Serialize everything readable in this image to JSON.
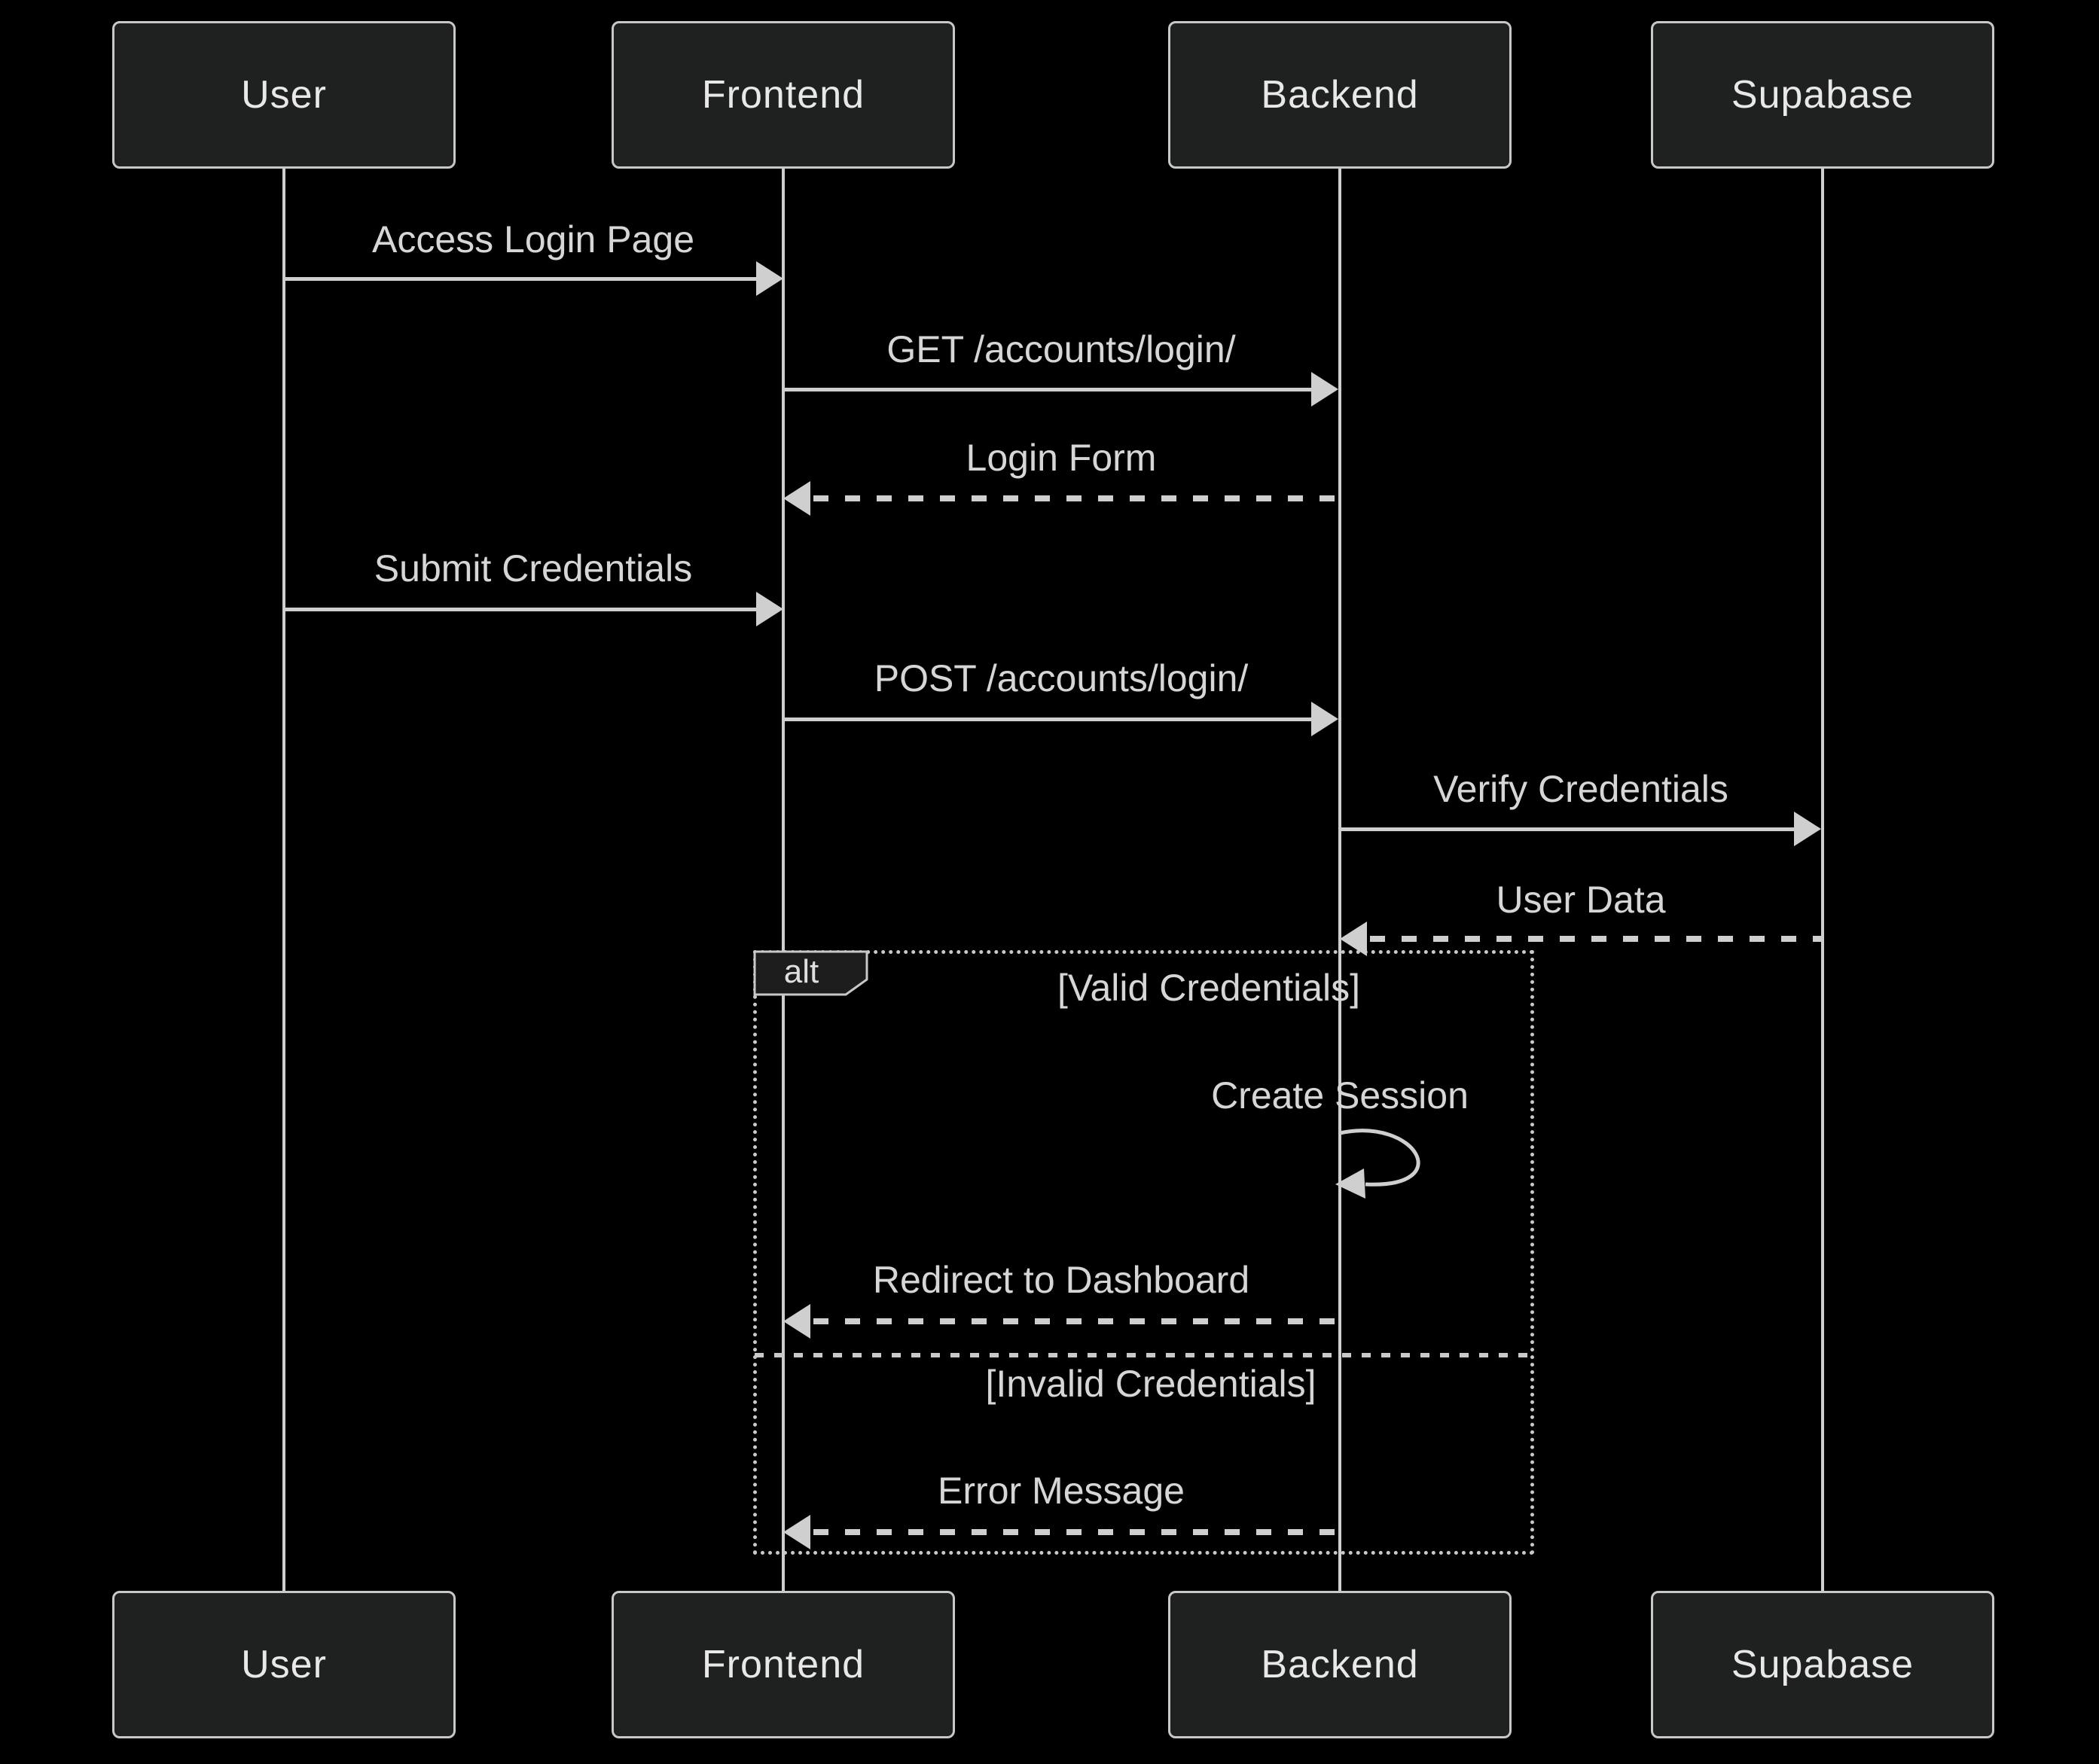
{
  "participants": [
    {
      "id": "user",
      "label": "User"
    },
    {
      "id": "frontend",
      "label": "Frontend"
    },
    {
      "id": "backend",
      "label": "Backend"
    },
    {
      "id": "supabase",
      "label": "Supabase"
    }
  ],
  "messages": [
    {
      "label": "Access Login Page",
      "from": "User",
      "to": "Frontend",
      "line": "solid"
    },
    {
      "label": "GET /accounts/login/",
      "from": "Frontend",
      "to": "Backend",
      "line": "solid"
    },
    {
      "label": "Login Form",
      "from": "Backend",
      "to": "Frontend",
      "line": "dashed"
    },
    {
      "label": "Submit Credentials",
      "from": "User",
      "to": "Frontend",
      "line": "solid"
    },
    {
      "label": "POST /accounts/login/",
      "from": "Frontend",
      "to": "Backend",
      "line": "solid"
    },
    {
      "label": "Verify Credentials",
      "from": "Backend",
      "to": "Supabase",
      "line": "solid"
    },
    {
      "label": "User Data",
      "from": "Supabase",
      "to": "Backend",
      "line": "dashed"
    },
    {
      "label": "Create Session",
      "from": "Backend",
      "to": "Backend",
      "line": "self"
    },
    {
      "label": "Redirect to Dashboard",
      "from": "Backend",
      "to": "Frontend",
      "line": "dashed"
    },
    {
      "label": "Error Message",
      "from": "Backend",
      "to": "Frontend",
      "line": "dashed"
    }
  ],
  "alt_block": {
    "label": "alt",
    "guards": [
      "[Valid Credentials]",
      "[Invalid Credentials]"
    ]
  },
  "colors": {
    "background": "#000000",
    "actor_fill": "#1f2020",
    "actor_border": "#c8c8c8",
    "signal": "#cfcfcf",
    "text": "#d6d6d6"
  }
}
